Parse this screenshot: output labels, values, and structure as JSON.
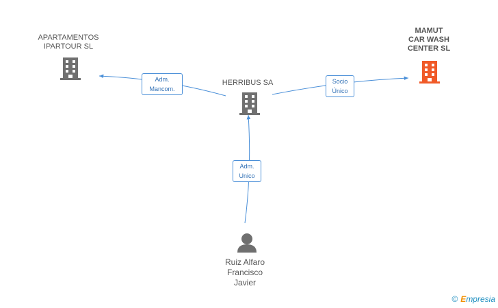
{
  "colors": {
    "edge": "#4a8fd8",
    "company_grey": "#707070",
    "company_highlight": "#f05a28",
    "person": "#6f6f6f"
  },
  "nodes": {
    "apartamentos": {
      "label": "APARTAMENTOS\nIPARTOUR SL",
      "icon": "building-icon"
    },
    "herribus": {
      "label": "HERRIBUS SA",
      "icon": "building-icon"
    },
    "mamut": {
      "label": "MAMUT\nCAR WASH\nCENTER SL",
      "icon": "building-icon"
    },
    "ruiz": {
      "label": "Ruiz Alfaro\nFrancisco\nJavier",
      "icon": "person-icon"
    }
  },
  "edges": {
    "adm_mancom": "Adm.\nMancom.",
    "socio_unico": "Socio\nÚnico",
    "adm_unico": "Adm.\nUnico"
  },
  "footer": {
    "copyright_symbol": "©",
    "brand_first": "E",
    "brand_rest": "mpresia"
  }
}
